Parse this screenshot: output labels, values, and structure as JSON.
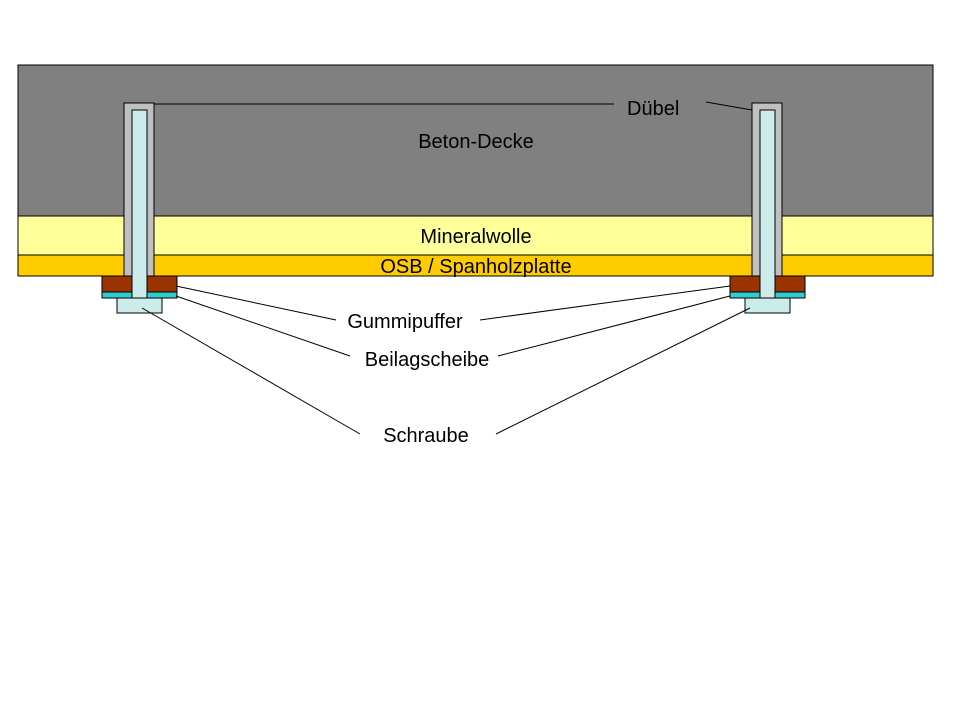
{
  "labels": {
    "concrete": "Beton-Decke",
    "mineral_wool": "Mineralwolle",
    "osb": "OSB / Spanholzplatte",
    "dowel": "Dübel",
    "rubber_buffer": "Gummipuffer",
    "washer": "Beilagscheibe",
    "screw": "Schraube"
  },
  "colors": {
    "background": "#ffffff",
    "concrete": "#808080",
    "mineral_wool": "#ffff99",
    "osb": "#ffcc00",
    "dowel": "#c0c0c0",
    "screw": "#ccecec",
    "rubber_buffer": "#993300",
    "washer": "#33cccc",
    "line": "#000000"
  }
}
